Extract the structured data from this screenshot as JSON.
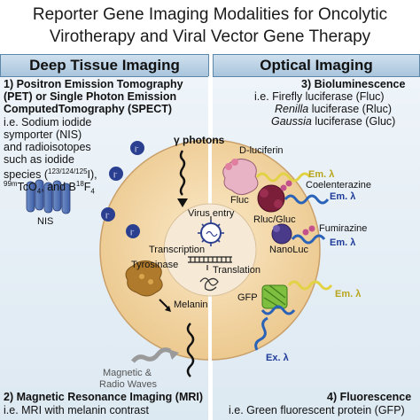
{
  "title": {
    "line1": "Reporter Gene Imaging Modalities for Oncolytic",
    "line2": "Virotherapy and Viral Vector Gene Therapy"
  },
  "left_header": "Deep Tissue Imaging",
  "right_header": "Optical Imaging",
  "pet": {
    "line1": "1) Positron Emission Tomography",
    "line2": "(PET) or Single Photon Emission",
    "line3": "ComputedTomography (SPECT)",
    "desc1": "i.e. Sodium iodide",
    "desc2": "symporter (NIS)",
    "desc3": "and radioisotopes",
    "desc4": "such as iodide",
    "desc5a": "species (",
    "desc5sup": "123/124/125",
    "desc5b": "I),",
    "desc6sup1": "99m",
    "desc6a": "TcO",
    "desc6sub1": "4",
    "desc6b": ", and B",
    "desc6sup2": "18",
    "desc6c": "F",
    "desc6sub2": "4"
  },
  "mri": {
    "line1": "2) Magnetic Resonance Imaging (MRI)",
    "desc": "i.e. MRI with melanin contrast"
  },
  "biolum": {
    "line1": "3) Bioluminescence",
    "desc1": "i.e. Firefly luciferase (Fluc)",
    "desc2_italic": "Renilla",
    "desc2_rest": " luciferase (Rluc)",
    "desc3_italic": "Gaussia",
    "desc3_rest": " luciferase (Gluc)"
  },
  "fluor": {
    "line1": "4) Fluorescence",
    "desc": "i.e. Green fluorescent protein (GFP)"
  },
  "cell_labels": {
    "gamma": "γ photons",
    "nis": "NIS",
    "iodide": "I",
    "iodide_sup": "-",
    "virus_entry": "Virus entry",
    "transcription": "Transcription",
    "translation": "Translation",
    "tyrosinase": "Tyrosinase",
    "melanin": "Melanin",
    "magnetic1": "Magnetic &",
    "magnetic2": "Radio Waves",
    "dluciferin": "D-luciferin",
    "fluc": "Fluc",
    "em1": "Em. λ",
    "coelenterazine": "Coelenterazine",
    "em2": "Em. λ",
    "rluc": "Rluc/Gluc",
    "fumirazine": "Fumirazine",
    "em3": "Em. λ",
    "nanoluc": "NanoLuc",
    "gfp": "GFP",
    "em4": "Em. λ",
    "ex": "Ex. λ"
  },
  "colors": {
    "header_fill": "#b9d2e5",
    "panel_fill": "#e6eff6",
    "cell_fill": "#f3d9a8",
    "nucleus_fill": "#f7ecdc",
    "divider": "#ffffff",
    "accent_blue": "#1f3b9a",
    "emission_yellow": "#e8d84a",
    "emission_blue": "#2a62b8"
  }
}
